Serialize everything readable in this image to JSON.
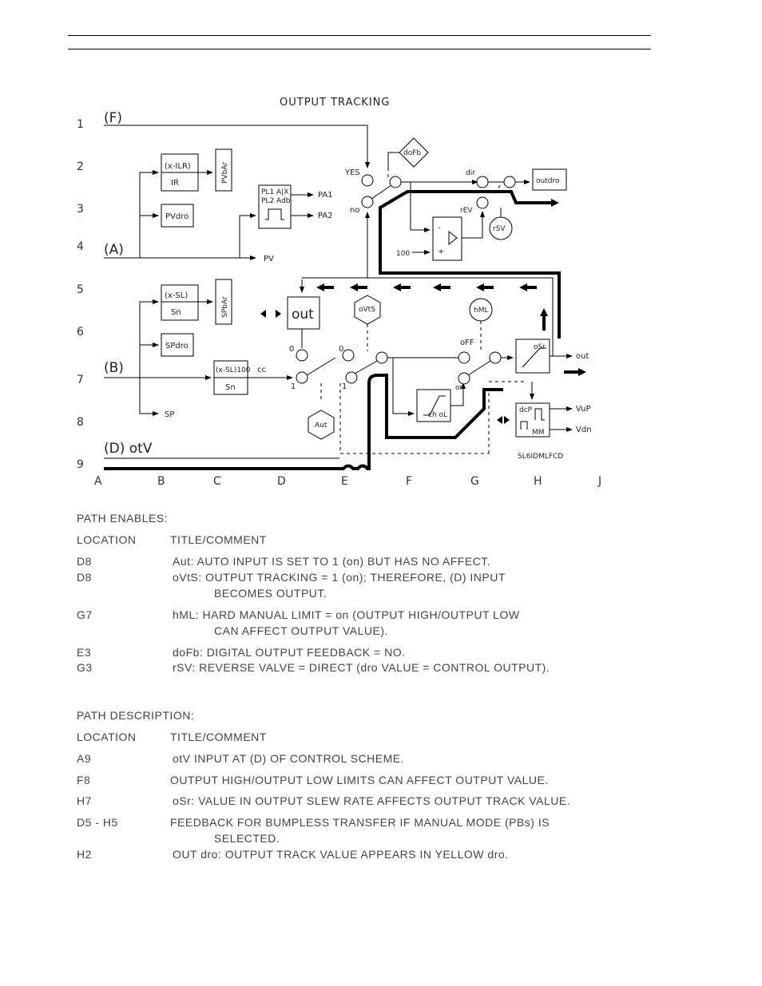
{
  "diagram": {
    "title": "OUTPUT TRACKING",
    "row_labels": [
      "1",
      "2",
      "3",
      "4",
      "5",
      "6",
      "7",
      "8",
      "9"
    ],
    "col_labels": [
      "A",
      "B",
      "C",
      "D",
      "E",
      "F",
      "G",
      "H",
      "J"
    ],
    "inputs": {
      "F": "(F)",
      "A": "(A)",
      "B": "(B)",
      "D": "(D) otV"
    },
    "blocks": {
      "x_ilr": "(x-ILR)",
      "ir": "IR",
      "pvbar": "PVbAr",
      "pvdro": "PVdro",
      "pl_line1": "PL1 A|X",
      "pl_line2": "PL2 Adb",
      "pa1": "PA1",
      "pa2": "PA2",
      "pv": "PV",
      "x_sl": "(x-SL)",
      "sn": "Sn",
      "spbar": "SPbAr",
      "spdro": "SPdro",
      "sp": "SP",
      "x_sl100": "(x-SL)100",
      "cc": "cc",
      "sn2": "Sn",
      "out": "out",
      "ovts": "oVtS",
      "hml": "hML",
      "aut": "Aut",
      "dofb": "doFb",
      "yes": "YES",
      "no": "no",
      "dir": "dir",
      "outdro": "outdro",
      "rev": "rEV",
      "rsv": "rSV",
      "minus": "-",
      "plus": "+",
      "hundred": "100",
      "zero_a": "0",
      "zero_b": "0",
      "one_a": "1",
      "one_b": "1",
      "off": "oFF",
      "on": "on",
      "chol": "ch oL",
      "osr": "oSr",
      "out_right": "out",
      "dcp": "dcP",
      "mm": "MM",
      "vup": "VuP",
      "vdn": "Vdn",
      "drawing_id": "SL6IDMLFCD"
    }
  },
  "path_enables": {
    "heading": "PATH ENABLES:",
    "col_location": "LOCATION",
    "col_title": "TITLE/COMMENT",
    "rows": [
      {
        "loc": "D8",
        "text": "Aut: AUTO INPUT IS SET TO 1 (on) BUT HAS NO AFFECT."
      },
      {
        "loc": "D8",
        "text": "oVtS: OUTPUT TRACKING = 1 (on); THEREFORE, (D) INPUT",
        "cont": "BECOMES OUTPUT."
      },
      {
        "loc": "G7",
        "text": "hML: HARD MANUAL LIMIT = on (OUTPUT HIGH/OUTPUT LOW",
        "cont": "CAN AFFECT OUTPUT VALUE)."
      },
      {
        "loc": "E3",
        "text": "doFb: DIGITAL OUTPUT FEEDBACK = NO."
      },
      {
        "loc": "G3",
        "text": "rSV: REVERSE VALVE = DIRECT (dro VALUE = CONTROL OUTPUT)."
      }
    ]
  },
  "path_description": {
    "heading": "PATH DESCRIPTION:",
    "col_location": "LOCATION",
    "col_title": "TITLE/COMMENT",
    "rows": [
      {
        "loc": "A9",
        "text": "otV INPUT AT (D) OF CONTROL SCHEME."
      },
      {
        "loc": "F8",
        "text": "OUTPUT HIGH/OUTPUT LOW LIMITS CAN AFFECT OUTPUT VALUE."
      },
      {
        "loc": "H7",
        "text": "oSr: VALUE IN OUTPUT SLEW RATE AFFECTS OUTPUT TRACK VALUE."
      },
      {
        "loc": "D5 - H5",
        "text": "FEEDBACK FOR BUMPLESS TRANSFER IF MANUAL MODE (PBs) IS",
        "cont": "SELECTED."
      },
      {
        "loc": "H2",
        "text": "OUT dro: OUTPUT TRACK VALUE APPEARS IN YELLOW dro."
      }
    ]
  }
}
